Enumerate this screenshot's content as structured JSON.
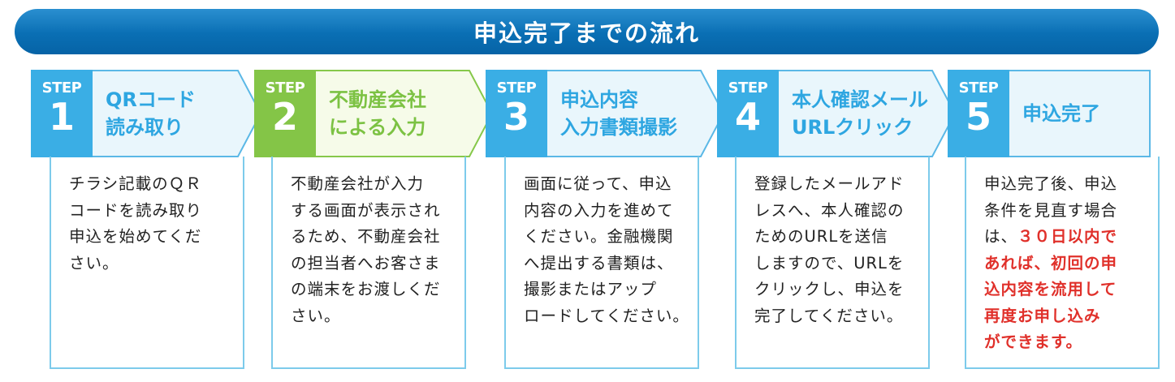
{
  "title": "申込完了までの流れ",
  "colors": {
    "primary": "#2ea6e1",
    "green": "#7cc243",
    "highlight": "#e0302a",
    "title_bar": "#0a6fb4"
  },
  "steps": [
    {
      "step_word": "STEP",
      "number": "1",
      "label": "QRコード\n読み取り",
      "desc": "チラシ記載のＱＲ\nコードを読み取り\n申込を始めてくだ\nさい。"
    },
    {
      "step_word": "STEP",
      "number": "2",
      "label": "不動産会社\nによる入力",
      "desc": "不動産会社が入力\nする画面が表示され\nるため、不動産会社\nの担当者へお客さま\nの端末をお渡しくだ\nさい。"
    },
    {
      "step_word": "STEP",
      "number": "3",
      "label": "申込内容\n入力書類撮影",
      "desc": "画面に従って、申込\n内容の入力を進めて\nください。金融機関\nへ提出する書類は、\n撮影またはアップ\nロードしてください。"
    },
    {
      "step_word": "STEP",
      "number": "4",
      "label": "本人確認メール\nURLクリック",
      "desc": "登録したメールアド\nレスへ、本人確認の\nためのURLを送信\nしますので、URLを\nクリックし、申込を\n完了してください。"
    },
    {
      "step_word": "STEP",
      "number": "5",
      "label": "申込完了",
      "desc": "申込完了後、申込\n条件を見直す場合\nは、",
      "desc_highlight": "３０日以内で\nあれば、初回の申\n込内容を流用して\n再度お申し込み\nができます。"
    }
  ]
}
